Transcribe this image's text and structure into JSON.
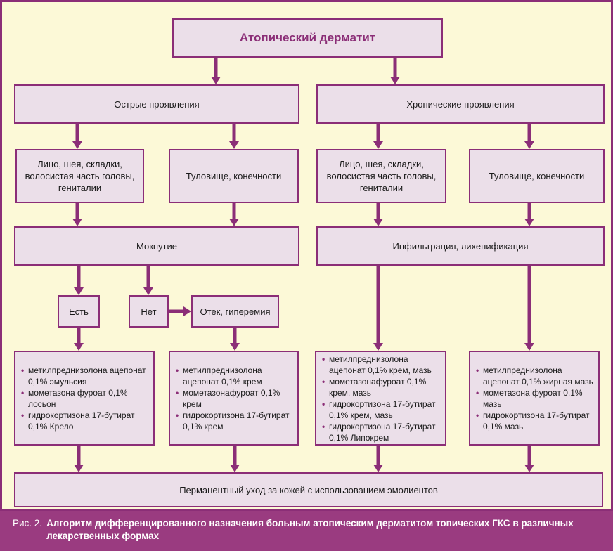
{
  "colors": {
    "accent": "#8B2E77",
    "box_fill": "#EBDFE9",
    "background": "#FCF9D7",
    "caption_band": "#9A3B80"
  },
  "nodes": {
    "root": "Атопический дерматит",
    "acute": "Острые проявления",
    "chronic": "Хронические проявления",
    "acute_face": "Лицо, шея, складки, волосистая часть головы, гениталии",
    "acute_trunk": "Туловище, конечности",
    "chronic_face": "Лицо, шея, складки, волосистая часть головы, гениталии",
    "chronic_trunk": "Туловище, конечности",
    "weeping": "Мокнутие",
    "infiltration": "Инфильтрация, лихенификация",
    "yes": "Есть",
    "no": "Нет",
    "edema": "Отек, гиперемия",
    "care": "Перманентный уход за кожей с использованием эмолиентов"
  },
  "drug_lists": {
    "acute_face_drugs": [
      "метилпреднизолона ацепонат 0,1% эмульсия",
      "мометазона фуроат 0,1% лосьон",
      "гидрокортизона 17-бутират 0,1% Крело"
    ],
    "acute_trunk_drugs": [
      "метилпреднизолона ацепонат 0,1% крем",
      "мометазонафуроат 0,1% крем",
      "гидрокортизона 17-бутират 0,1% крем"
    ],
    "chronic_face_drugs": [
      "метилпреднизолона ацепонат 0,1% крем, мазь",
      "мометазонафуроат 0,1% крем, мазь",
      "гидрокортизона 17-бутират 0,1% крем, мазь",
      "гидрокортизона 17-бутират 0,1% Липокрем"
    ],
    "chronic_trunk_drugs": [
      "метилпреднизолона ацепонат 0,1% жирная мазь",
      "мометазона фуроат 0,1% мазь",
      "гидрокортизона 17-бутират 0,1% мазь"
    ]
  },
  "caption": {
    "prefix": "Рис. 2.",
    "text": "Алгоритм дифференцированного назначения больным атопическим дерматитом топических ГКС в различных лекарственных формах"
  }
}
